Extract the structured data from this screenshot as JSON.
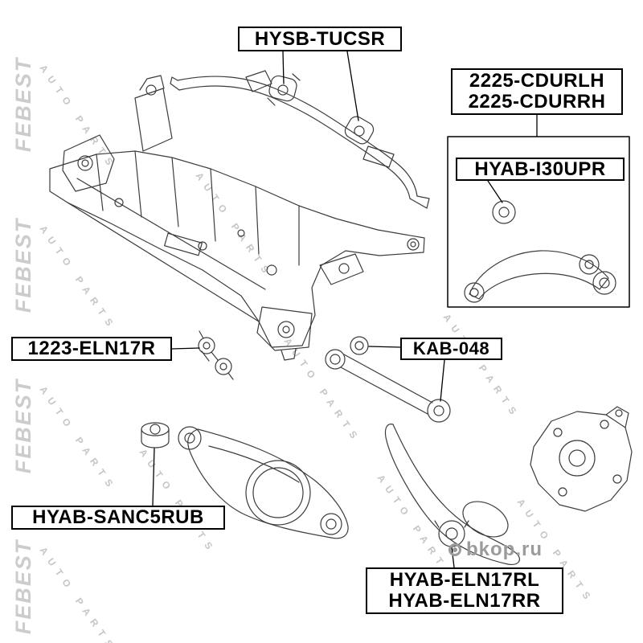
{
  "labels": {
    "hysb_tucsr": "HYSB-TUCSR",
    "cdurlh": "2225-CDURLH",
    "cdurrh": "2225-CDURRH",
    "hyab_i30upr": "HYAB-I30UPR",
    "eln17r_1223": "1223-ELN17R",
    "kab_048": "KAB-048",
    "hyab_sanc5rub": "HYAB-SANC5RUB",
    "hyab_eln17rl": "HYAB-ELN17RL",
    "hyab_eln17rr": "HYAB-ELN17RR"
  },
  "watermark": {
    "brand": "FEBEST",
    "slogan": "AUTO PARTS",
    "site": "bkop.ru"
  },
  "colors": {
    "line": "#3c3c3c",
    "label_border": "#000000",
    "watermark": "#cccccc"
  }
}
